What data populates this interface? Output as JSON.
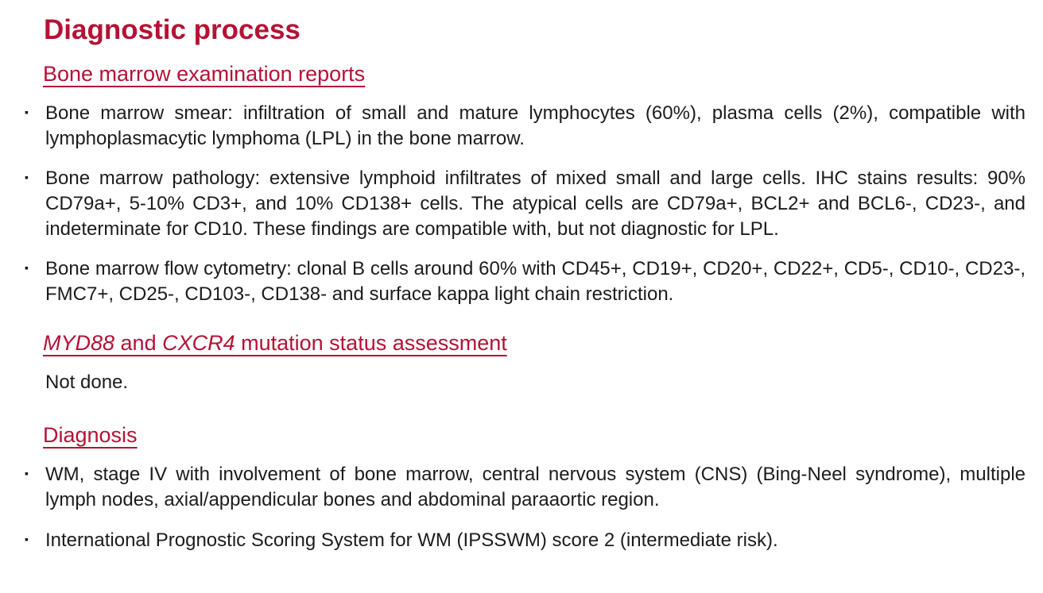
{
  "page": {
    "background_color": "#ffffff",
    "accent_color": "#b41235",
    "text_color": "#1c1c1c",
    "bullet_char": "▪"
  },
  "title": "Diagnostic process",
  "sections": {
    "bone_marrow": {
      "heading": "Bone marrow examination reports",
      "bullets": [
        "Bone marrow smear: infiltration of small and mature lymphocytes (60%), plasma cells (2%), compatible with lymphoplasmacytic lymphoma (LPL) in the bone marrow.",
        "Bone marrow pathology: extensive lymphoid infiltrates of mixed small and large cells. IHC stains results: 90% CD79a+, 5-10% CD3+, and 10% CD138+ cells. The atypical cells are CD79a+, BCL2+ and BCL6-, CD23-, and indeterminate for CD10. These findings are compatible with, but not diagnostic for LPL.",
        "Bone marrow flow cytometry: clonal B cells around 60% with CD45+, CD19+, CD20+, CD22+, CD5-, CD10-, CD23-, FMC7+, CD25-, CD103-, CD138- and surface kappa light chain restriction."
      ]
    },
    "mutation_status": {
      "heading_parts": {
        "gene1": "MYD88",
        "connector": " and ",
        "gene2": "CXCR4",
        "rest": " mutation status assessment"
      },
      "result": "Not done."
    },
    "diagnosis": {
      "heading": "Diagnosis",
      "bullets": [
        "WM, stage IV with involvement of bone marrow, central nervous system (CNS) (Bing-Neel syndrome), mul­tiple lymph nodes, axial/appendicular bones and abdominal paraaortic region.",
        "International Prognostic Scoring System for WM (IPSSWM) score 2 (intermediate risk)."
      ]
    }
  }
}
